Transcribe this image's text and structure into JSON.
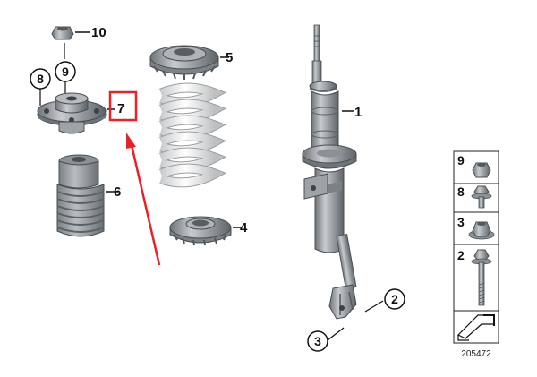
{
  "diagram": {
    "reference_number": "205472",
    "callouts": {
      "p10": "10",
      "p9": "9",
      "p8": "8",
      "p7": "7",
      "p6": "6",
      "p5": "5",
      "p4": "4",
      "p1": "1",
      "p2": "2",
      "p3": "3"
    },
    "legend": [
      {
        "label": "9",
        "icon": "nut-icon"
      },
      {
        "label": "8",
        "icon": "flange-bolt-icon"
      },
      {
        "label": "3",
        "icon": "flange-nut-icon"
      },
      {
        "label": "2",
        "icon": "long-bolt-icon"
      }
    ],
    "colors": {
      "part_gray": "#9ea3a8",
      "part_dark": "#6f7479",
      "part_light": "#d4d7da",
      "spring": "#f2f2f2",
      "highlight_red": "#e0262a"
    }
  }
}
